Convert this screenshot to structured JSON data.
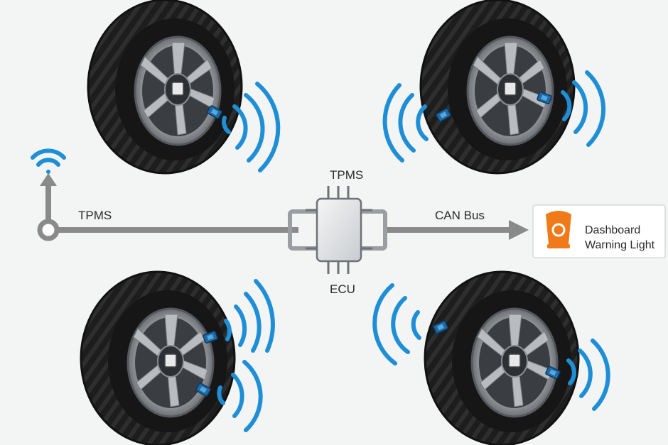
{
  "labels": {
    "tpms_left": "TPMS",
    "tpms_top": "TPMS",
    "ecu": "ECU",
    "can_bus": "CAN Bus",
    "dashboard_line1": "Dashboard",
    "dashboard_line2": "Warning Light"
  },
  "colors": {
    "background": "#f3f4f4",
    "signal_blue": "#1e8fd6",
    "line_gray": "#8a8a8a",
    "tire_black": "#1b1b1b",
    "warning_orange": "#f07a1a"
  },
  "icons": {
    "wifi": "wifi-icon",
    "warning": "tire-pressure-warning-icon"
  }
}
